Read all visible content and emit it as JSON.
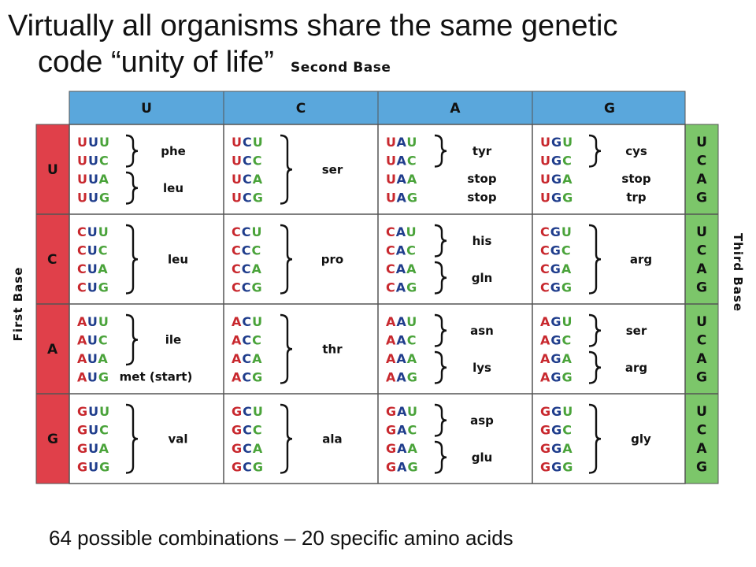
{
  "title": {
    "line1": "Virtually all organisms share the same genetic",
    "line2": "code “unity of life”",
    "second_base_label": "Second Base"
  },
  "axis_labels": {
    "first_base": "First Base",
    "third_base": "Third Base"
  },
  "columns": [
    "U",
    "C",
    "A",
    "G"
  ],
  "rows": [
    {
      "base": "U",
      "third": [
        "U",
        "C",
        "A",
        "G"
      ],
      "cells": [
        {
          "codons": [
            "UUU",
            "UUC",
            "UUA",
            "UUG"
          ],
          "groups": [
            {
              "label": "phe",
              "range": [
                0,
                1
              ]
            },
            {
              "label": "leu",
              "range": [
                2,
                3
              ]
            }
          ]
        },
        {
          "codons": [
            "UCU",
            "UCC",
            "UCA",
            "UCG"
          ],
          "groups": [
            {
              "label": "ser",
              "range": [
                0,
                3
              ]
            }
          ]
        },
        {
          "codons": [
            "UAU",
            "UAC",
            "UAA",
            "UAG"
          ],
          "groups": [
            {
              "label": "tyr",
              "range": [
                0,
                1
              ]
            },
            {
              "label": "stop",
              "range": [
                2,
                2
              ],
              "plain": true
            },
            {
              "label": "stop",
              "range": [
                3,
                3
              ],
              "plain": true
            }
          ]
        },
        {
          "codons": [
            "UGU",
            "UGC",
            "UGA",
            "UGG"
          ],
          "groups": [
            {
              "label": "cys",
              "range": [
                0,
                1
              ]
            },
            {
              "label": "stop",
              "range": [
                2,
                2
              ],
              "plain": true
            },
            {
              "label": "trp",
              "range": [
                3,
                3
              ],
              "plain": true
            }
          ]
        }
      ]
    },
    {
      "base": "C",
      "third": [
        "U",
        "C",
        "A",
        "G"
      ],
      "cells": [
        {
          "codons": [
            "CUU",
            "CUC",
            "CUA",
            "CUG"
          ],
          "groups": [
            {
              "label": "leu",
              "range": [
                0,
                3
              ]
            }
          ]
        },
        {
          "codons": [
            "CCU",
            "CCC",
            "CCA",
            "CCG"
          ],
          "groups": [
            {
              "label": "pro",
              "range": [
                0,
                3
              ]
            }
          ]
        },
        {
          "codons": [
            "CAU",
            "CAC",
            "CAA",
            "CAG"
          ],
          "groups": [
            {
              "label": "his",
              "range": [
                0,
                1
              ]
            },
            {
              "label": "gln",
              "range": [
                2,
                3
              ]
            }
          ]
        },
        {
          "codons": [
            "CGU",
            "CGC",
            "CGA",
            "CGG"
          ],
          "groups": [
            {
              "label": "arg",
              "range": [
                0,
                3
              ]
            }
          ]
        }
      ]
    },
    {
      "base": "A",
      "third": [
        "U",
        "C",
        "A",
        "G"
      ],
      "cells": [
        {
          "codons": [
            "AUU",
            "AUC",
            "AUA",
            "AUG"
          ],
          "groups": [
            {
              "label": "ile",
              "range": [
                0,
                2
              ]
            },
            {
              "label": "met (start)",
              "range": [
                3,
                3
              ],
              "plain": true
            }
          ]
        },
        {
          "codons": [
            "ACU",
            "ACC",
            "ACA",
            "ACG"
          ],
          "groups": [
            {
              "label": "thr",
              "range": [
                0,
                3
              ]
            }
          ]
        },
        {
          "codons": [
            "AAU",
            "AAC",
            "AAA",
            "AAG"
          ],
          "groups": [
            {
              "label": "asn",
              "range": [
                0,
                1
              ]
            },
            {
              "label": "lys",
              "range": [
                2,
                3
              ]
            }
          ]
        },
        {
          "codons": [
            "AGU",
            "AGC",
            "AGA",
            "AGG"
          ],
          "groups": [
            {
              "label": "ser",
              "range": [
                0,
                1
              ]
            },
            {
              "label": "arg",
              "range": [
                2,
                3
              ]
            }
          ]
        }
      ]
    },
    {
      "base": "G",
      "third": [
        "U",
        "C",
        "A",
        "G"
      ],
      "cells": [
        {
          "codons": [
            "GUU",
            "GUC",
            "GUA",
            "GUG"
          ],
          "groups": [
            {
              "label": "val",
              "range": [
                0,
                3
              ]
            }
          ]
        },
        {
          "codons": [
            "GCU",
            "GCC",
            "GCA",
            "GCG"
          ],
          "groups": [
            {
              "label": "ala",
              "range": [
                0,
                3
              ]
            }
          ]
        },
        {
          "codons": [
            "GAU",
            "GAC",
            "GAA",
            "GAG"
          ],
          "groups": [
            {
              "label": "asp",
              "range": [
                0,
                1
              ]
            },
            {
              "label": "glu",
              "range": [
                2,
                3
              ]
            }
          ]
        },
        {
          "codons": [
            "GGU",
            "GGC",
            "GGA",
            "GGG"
          ],
          "groups": [
            {
              "label": "gly",
              "range": [
                0,
                3
              ]
            }
          ]
        }
      ]
    }
  ],
  "footer": "64 possible combinations – 20 specific amino acids",
  "colors": {
    "first_base_red": "#c8282e",
    "second_base_blue": "#1f3d8c",
    "third_base_green": "#4aa33a",
    "top_header_bg": "#5aa7dc",
    "left_header_bg": "#e0404a",
    "right_header_bg": "#7cc66a",
    "cell_bg": "#ffffff",
    "grid_line": "#555555"
  }
}
